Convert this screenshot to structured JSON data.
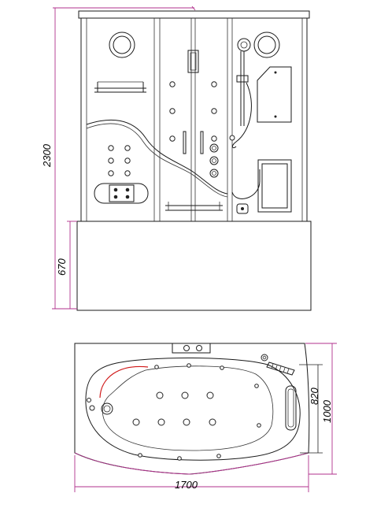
{
  "dimensions": {
    "total_height": "2300",
    "tray_height": "670",
    "width": "1700",
    "depth_inner": "820",
    "depth_outer": "1000"
  },
  "colors": {
    "dimension_line": "#b0308c",
    "drawing_line": "#1a1a1a",
    "curve_highlight": "#d01818"
  }
}
